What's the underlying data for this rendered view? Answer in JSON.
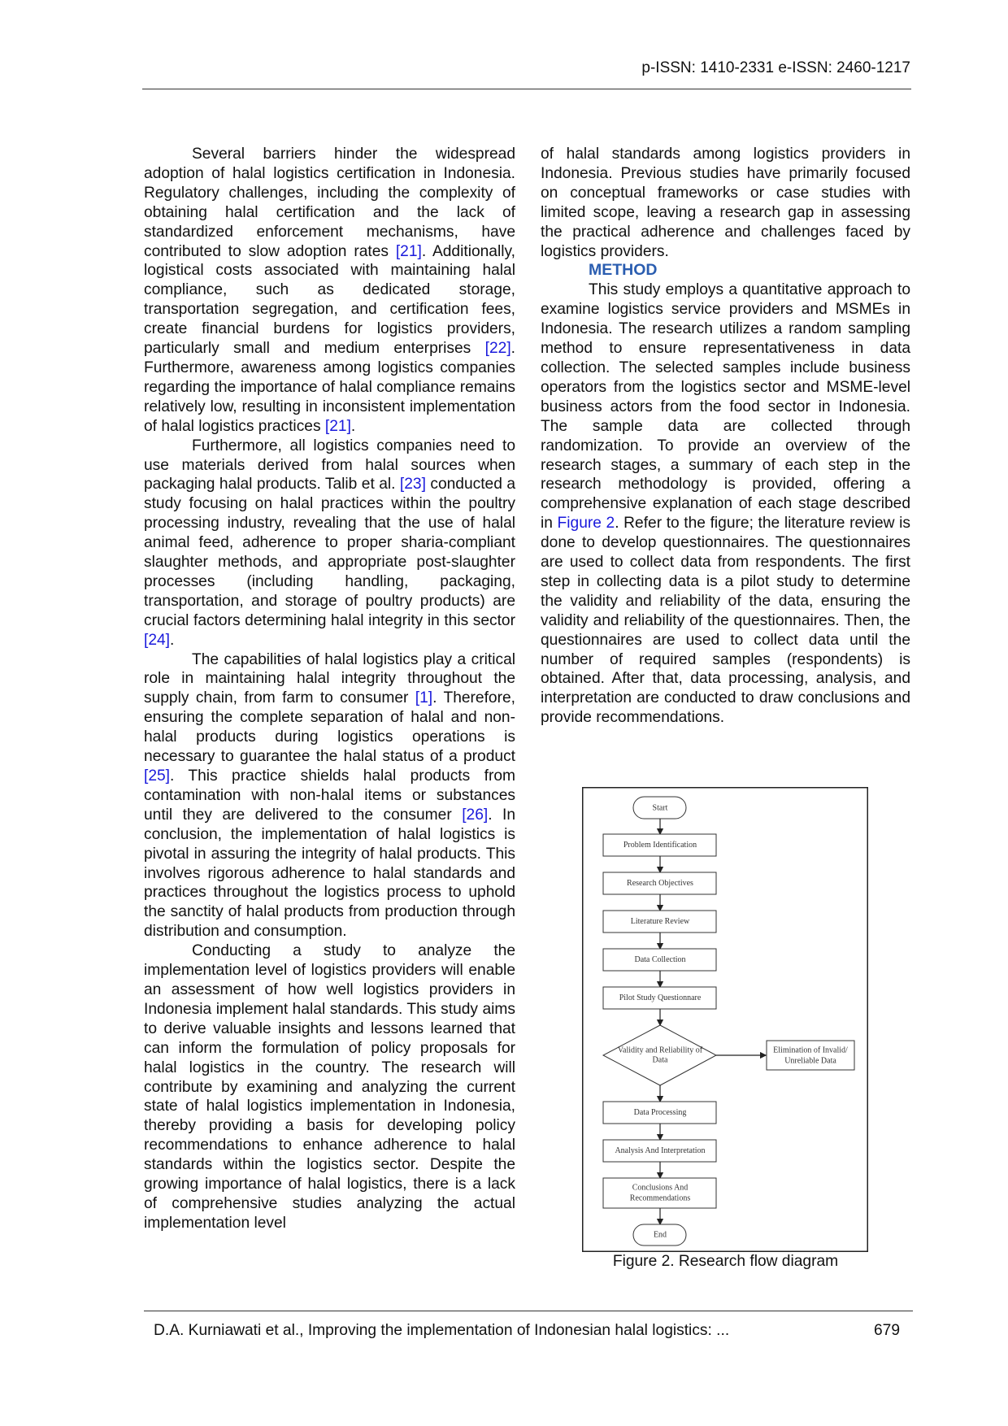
{
  "header": {
    "issn": "p-ISSN: 1410-2331  e-ISSN: 2460-1217"
  },
  "left_column": {
    "paragraphs": [
      {
        "indent": true,
        "segments": [
          {
            "t": "Several barriers hinder the widespread adoption of halal logistics certification in Indonesia. Regulatory challenges, including the complexity of obtaining halal certification and the lack of standardized enforcement mechanisms, have contributed to slow adoption rates "
          },
          {
            "ref": "[21]"
          },
          {
            "t": ". Additionally, logistical costs associated with maintaining halal compliance, such as dedicated storage, transportation segregation, and certification fees, create financial burdens for logistics providers, particularly small and medium enterprises "
          },
          {
            "ref": "[22]"
          },
          {
            "t": ". Furthermore, awareness among logistics companies regarding the importance of halal compliance remains relatively low, resulting in inconsistent implementation of halal logistics practices "
          },
          {
            "ref": "[21]"
          },
          {
            "t": "."
          }
        ]
      },
      {
        "indent": true,
        "segments": [
          {
            "t": "Furthermore, all logistics companies need to use materials derived from halal sources when packaging halal products. Talib et al. "
          },
          {
            "ref": "[23]"
          },
          {
            "t": " conducted a study focusing on halal practices within the poultry processing industry, revealing that the use of halal animal feed, adherence to proper sharia-compliant slaughter methods, and appropriate post-slaughter processes (including handling, packaging, transportation, and storage of poultry products) are crucial factors determining halal integrity in this sector "
          },
          {
            "ref": "[24]"
          },
          {
            "t": "."
          }
        ]
      },
      {
        "indent": true,
        "segments": [
          {
            "t": "The capabilities of halal logistics play a critical role in maintaining halal integrity throughout the supply chain, from farm to consumer "
          },
          {
            "ref": "[1]"
          },
          {
            "t": ". Therefore, ensuring the complete separation of halal and non-halal products during logistics operations is necessary to guarantee the halal status of a product "
          },
          {
            "ref": "[25]"
          },
          {
            "t": ". This practice shields halal products from contamination with non-halal items or substances until they are delivered to the consumer "
          },
          {
            "ref": "[26]"
          },
          {
            "t": ". In conclusion, the implementation of halal logistics is pivotal in assuring the integrity of halal products. This involves rigorous adherence to halal standards and practices throughout the logistics process to uphold the sanctity of halal products from production through distribution and consumption."
          }
        ]
      },
      {
        "indent": true,
        "segments": [
          {
            "t": "Conducting a study to analyze the implementation level of logistics providers will enable an assessment of how well logistics providers in Indonesia implement halal standards. This study aims to derive valuable insights and lessons learned that can inform the formulation of policy proposals for halal logistics in the country. The research will contribute by examining and analyzing the current state of halal logistics implementation in Indonesia, thereby providing a basis for developing policy recommendations to enhance adherence to halal standards within the logistics sector. Despite the growing importance of halal logistics, there is a lack of comprehensive studies analyzing the actual implementation level"
          }
        ]
      }
    ]
  },
  "right_column": {
    "paragraphs": [
      {
        "indent": false,
        "segments": [
          {
            "t": "of halal standards among logistics providers in Indonesia. Previous studies have primarily focused on conceptual frameworks or case studies with limited scope, leaving a research gap in assessing the practical adherence and challenges faced by logistics providers."
          }
        ]
      }
    ],
    "method_heading": "METHOD",
    "method_paragraphs": [
      {
        "indent": true,
        "segments": [
          {
            "t": "This study employs a quantitative approach to examine logistics service providers and MSMEs in Indonesia. The research utilizes a random sampling method to ensure representativeness in data collection. The selected samples include business operators from the logistics sector and MSME-level business actors from the food sector in Indonesia. The sample data are collected through randomization. To provide an overview of the research stages, a summary of each step in the research methodology is provided, offering a comprehensive explanation of each stage described in "
          },
          {
            "ref": "Figure 2"
          },
          {
            "t": ". Refer to the figure; the literature review is done to develop questionnaires. The questionnaires are used to collect data from respondents. The first step in collecting data is a pilot study to determine the validity and reliability of the data, ensuring the validity and reliability of the questionnaires. Then, the questionnaires are used to collect data until the number of required samples (respondents) is obtained. After that, data processing, analysis, and interpretation are conducted to draw conclusions and provide recommendations."
          }
        ]
      }
    ]
  },
  "figure": {
    "caption": "Figure 2. Research flow diagram",
    "start": "Start",
    "steps": [
      "Problem Identification",
      "Research Objectives",
      "Literature Review",
      "Data Collection",
      "Pilot Study Questionnare"
    ],
    "decision": [
      "Validity and Reliability of",
      "Data"
    ],
    "elimination": [
      "Elimination of Invalid/",
      "Unreliable Data"
    ],
    "after_steps": [
      [
        "Data Processing"
      ],
      [
        "Analysis And Interpretation"
      ],
      [
        "Conclusions And",
        "Recommendations"
      ]
    ],
    "end": "End"
  },
  "footer": {
    "citation": "D.A. Kurniawati et al., Improving the implementation of Indonesian halal logistics: ...",
    "page_number": "679"
  },
  "colors": {
    "link": "#1a1adc",
    "heading": "#2a5db0"
  }
}
